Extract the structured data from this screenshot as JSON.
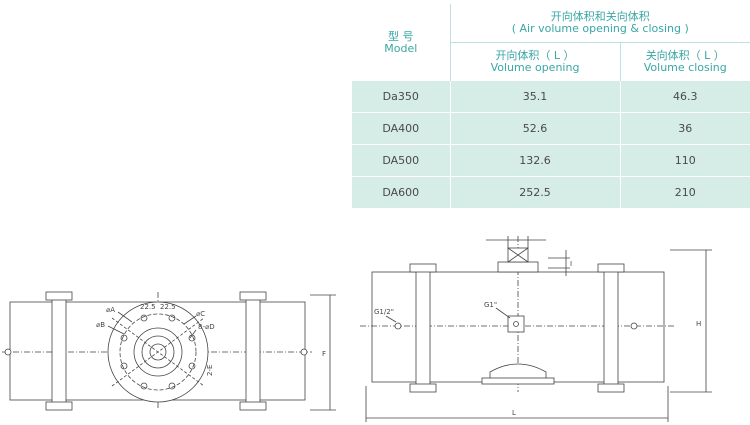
{
  "table": {
    "header": {
      "model_cn": "型 号",
      "model_en": "Model",
      "volume_cn": "开向体积和关向体积",
      "volume_en": "( Air volume opening & closing )",
      "opening_cn": "开向体积（ L ）",
      "opening_en": "Volume opening",
      "closing_cn": "关向体积（ L ）",
      "closing_en": "Volume closing"
    },
    "rows": [
      {
        "model": "Da350",
        "opening": "35.1",
        "closing": "46.3"
      },
      {
        "model": "DA400",
        "opening": "52.6",
        "closing": "36"
      },
      {
        "model": "DA500",
        "opening": "132.6",
        "closing": "110"
      },
      {
        "model": "DA600",
        "opening": "252.5",
        "closing": "210"
      }
    ],
    "header_color": "#3aa6a6",
    "row_color": "#d6ece6"
  },
  "drawing_left": {
    "labels": {
      "angle_1": "22.5",
      "angle_2": "22.5",
      "dia_a": "⌀A",
      "dia_b": "⌀B",
      "dia_c": "⌀C",
      "holes": "8-⌀D",
      "height_f": "F",
      "e_label": "2-E"
    }
  },
  "drawing_right": {
    "labels": {
      "port_1": "G1/2\"",
      "port_2": "G1\"",
      "length": "L",
      "height": "H",
      "i_label": "I"
    }
  }
}
